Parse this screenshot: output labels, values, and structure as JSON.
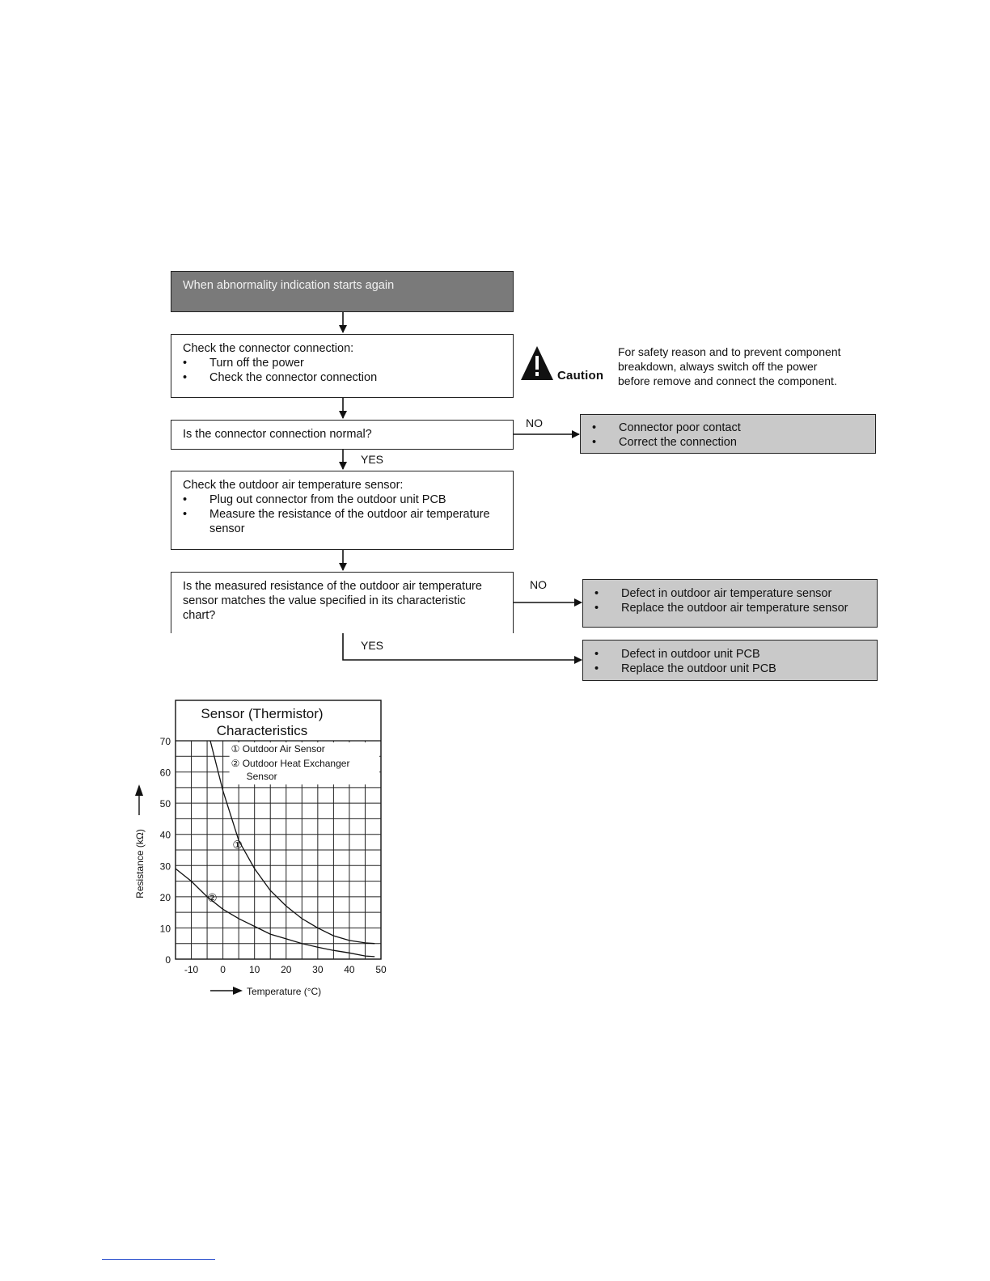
{
  "flow": {
    "start": "When abnormality indication starts again",
    "check_connector": {
      "title": "Check the connector connection:",
      "bullets": [
        "Turn off the power",
        "Check the connector connection"
      ]
    },
    "q_connector": "Is the connector connection normal?",
    "no1": "NO",
    "yes1": "YES",
    "result_connector": [
      "Connector poor contact",
      "Correct the connection"
    ],
    "check_sensor": {
      "title": "Check the outdoor air temperature sensor:",
      "bullets": [
        "Plug out connector from the outdoor unit PCB",
        "Measure the resistance of the outdoor air temperature",
        "sensor"
      ]
    },
    "q_resistance": [
      "Is the measured resistance of the outdoor air temperature",
      "sensor matches the value specified in its characteristic",
      "chart?"
    ],
    "no2": "NO",
    "yes2": "YES",
    "result_sensor": [
      "Defect in outdoor air temperature sensor",
      "Replace the outdoor air temperature sensor"
    ],
    "result_pcb": [
      "Defect in outdoor unit PCB",
      "Replace the outdoor unit PCB"
    ],
    "bullet_char": "•"
  },
  "caution": {
    "word": "Caution",
    "icon": "warning-triangle-icon",
    "text": [
      "For safety reason and to prevent component",
      "breakdown, always switch off the power",
      "before remove and connect the component."
    ]
  },
  "chart_data": {
    "type": "line",
    "title": [
      "Sensor (Thermistor)",
      "Characteristics"
    ],
    "xlabel": "Temperature (°C)",
    "ylabel": "Resistance (kΩ)",
    "xlim": [
      -15,
      50
    ],
    "ylim": [
      0,
      70
    ],
    "x_ticks": [
      -10,
      0,
      10,
      20,
      30,
      40,
      50
    ],
    "y_ticks": [
      0,
      10,
      20,
      30,
      40,
      50,
      60,
      70
    ],
    "grid": true,
    "legend": [
      "① Outdoor Air Sensor",
      "② Outdoor Heat Exchanger",
      "Sensor"
    ],
    "series": [
      {
        "name": "① Outdoor Air Sensor",
        "marker": "①",
        "x": [
          -4,
          0,
          5,
          10,
          15,
          20,
          25,
          30,
          35,
          40,
          45,
          48
        ],
        "y": [
          70,
          54,
          38,
          29,
          22,
          17,
          13,
          10,
          7.5,
          6,
          5.2,
          5
        ]
      },
      {
        "name": "② Outdoor Heat Exchanger Sensor",
        "marker": "②",
        "x": [
          -15,
          -10,
          -5,
          0,
          5,
          10,
          15,
          20,
          25,
          30,
          35,
          40,
          45,
          48
        ],
        "y": [
          29,
          25,
          20,
          16,
          13,
          10.5,
          8,
          6.5,
          5,
          3.8,
          2.8,
          2,
          1,
          0.8
        ]
      }
    ]
  }
}
